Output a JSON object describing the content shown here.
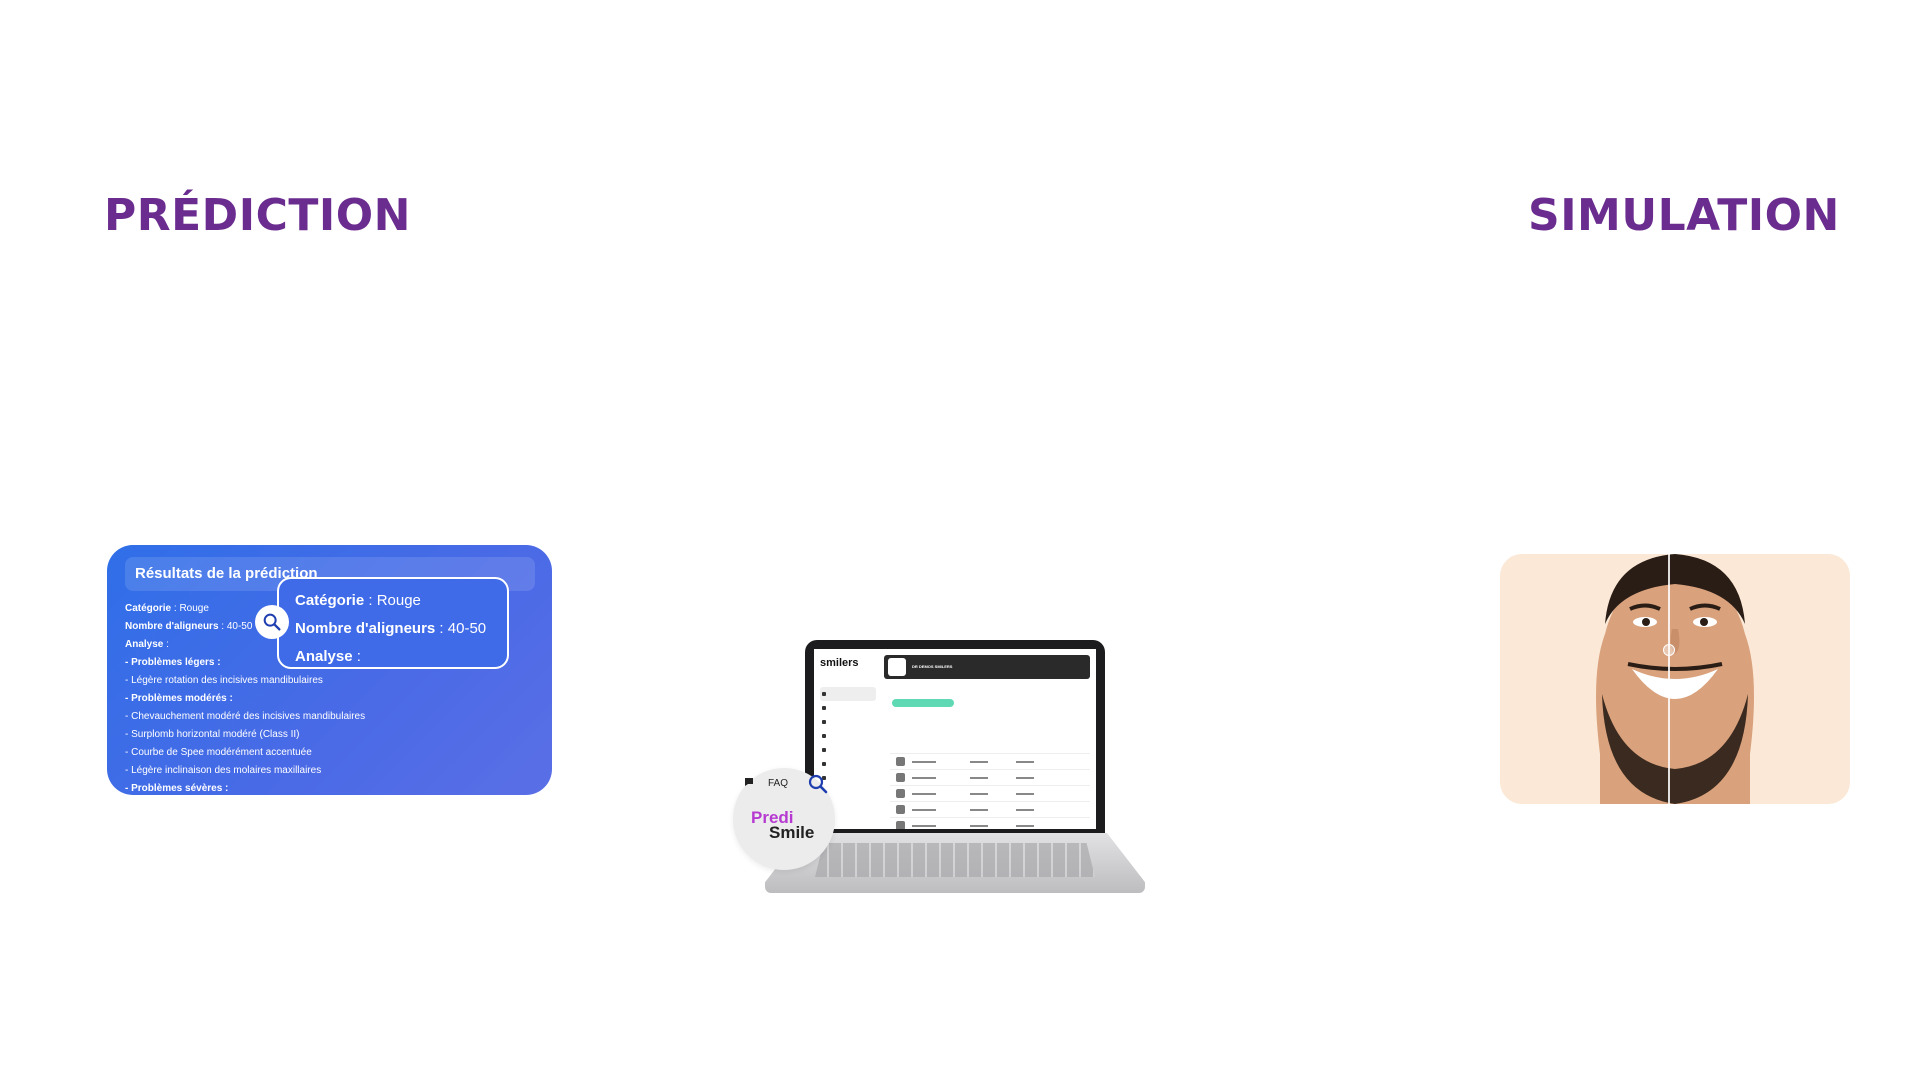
{
  "headings": {
    "prediction": "PRÉDICTION",
    "simulation": "SIMULATION"
  },
  "prediction_card": {
    "title": "Résultats de la prédiction",
    "lines": [
      {
        "label": "Catégorie",
        "value": " : Rouge"
      },
      {
        "label": "Nombre d'aligneurs",
        "value": " : 40-50"
      },
      {
        "label": "Analyse",
        "value": " :"
      },
      {
        "text": "- Problèmes légers :",
        "bold": true
      },
      {
        "text": "- Légère rotation des incisives mandibulaires"
      },
      {
        "text": "- Problèmes modérés :",
        "bold": true
      },
      {
        "text": "- Chevauchement modéré des incisives mandibulaires"
      },
      {
        "text": "- Surplomb horizontal modéré (Class II)"
      },
      {
        "text": "- Courbe de Spee modérément accentuée"
      },
      {
        "text": "- Légère inclinaison des molaires maxillaires"
      },
      {
        "text": "- Problèmes sévères :",
        "bold": true
      }
    ],
    "zoom": {
      "category_label": "Catégorie",
      "category_value": " : Rouge",
      "aligners_label": "Nombre d'aligneurs",
      "aligners_value": " : 40-50",
      "analysis_label": "Analyse",
      "analysis_value": " :"
    }
  },
  "laptop": {
    "logo": "smilers",
    "account": "DR DEMOS SMILERS",
    "faq": "FAQ",
    "badge_line1": "Predi",
    "badge_line2": "Smile"
  },
  "colors": {
    "heading": "#6a2c8f",
    "card_blue": "#3b6ee8",
    "sim_bg": "#fbe8d6"
  }
}
